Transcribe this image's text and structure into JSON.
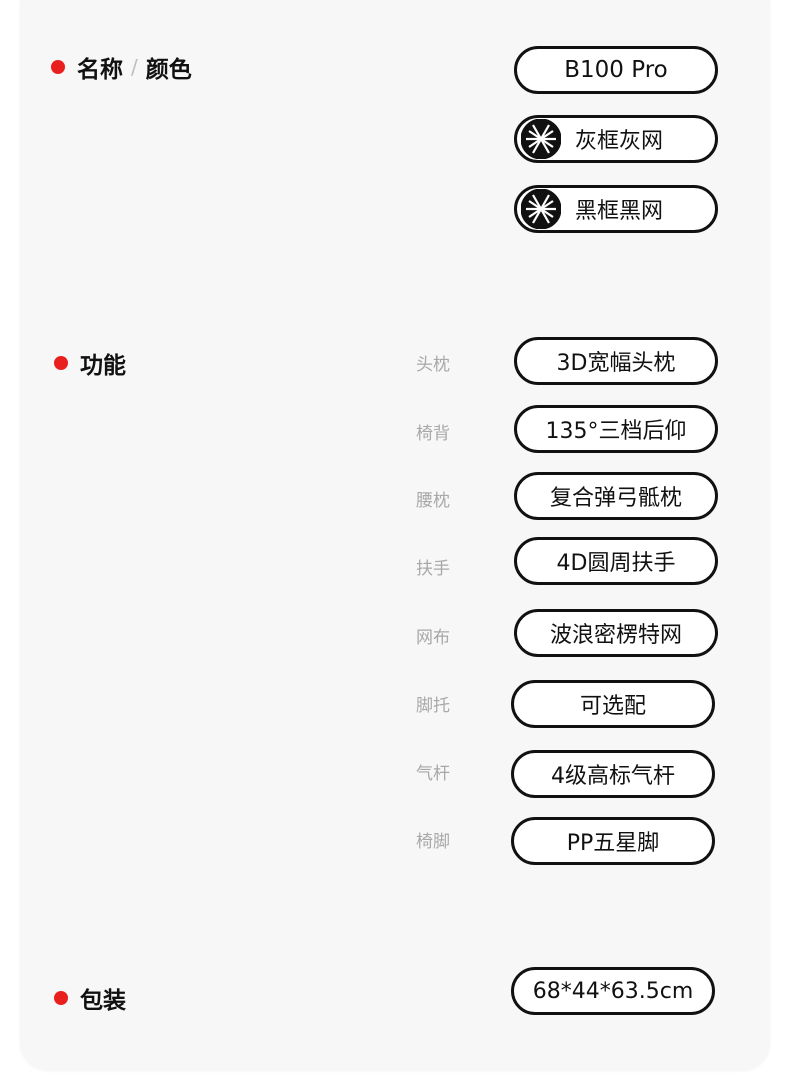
{
  "sections": {
    "name_color": {
      "title_a": "名称",
      "title_b": "颜色",
      "model": "B100 Pro",
      "colors": [
        {
          "label": "灰框灰网",
          "swatch": "#111111"
        },
        {
          "label": "黑框黑网",
          "swatch": "#111111"
        }
      ]
    },
    "features": {
      "title": "功能",
      "rows": [
        {
          "label": "头枕",
          "value": "3D宽幅头枕"
        },
        {
          "label": "椅背",
          "value": "135°三档后仰"
        },
        {
          "label": "腰枕",
          "value": "复合弹弓骶枕"
        },
        {
          "label": "扶手",
          "value": "4D圆周扶手"
        },
        {
          "label": "网布",
          "value": "波浪密楞特网"
        },
        {
          "label": "脚托",
          "value": "可选配"
        },
        {
          "label": "气杆",
          "value": "4级高标气杆"
        },
        {
          "label": "椅脚",
          "value": "PP五星脚"
        }
      ]
    },
    "packaging": {
      "title": "包装",
      "value": "68*44*63.5cm"
    }
  },
  "colors": {
    "accent_dot": "#e8211f",
    "pill_border": "#111111",
    "card_bg": "#f7f7f7"
  }
}
